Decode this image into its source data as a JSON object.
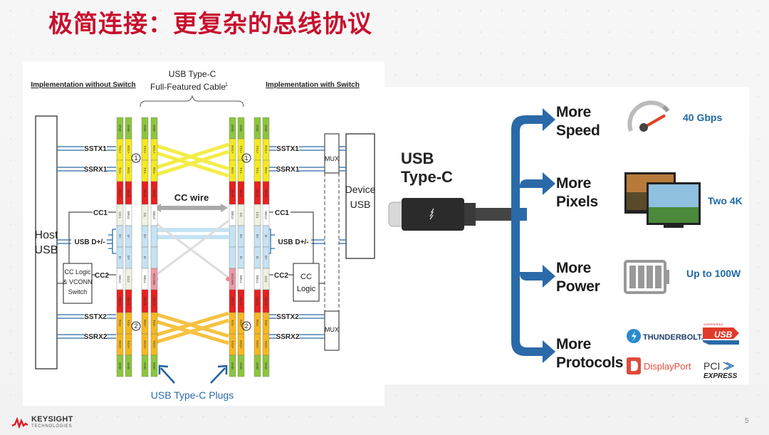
{
  "title": "极简连接：更复杂的总线协议",
  "diagram": {
    "heading_left": "Implementation without Switch",
    "heading_center_line1": "USB Type-C",
    "heading_center_line2": "Full-Featured Cable",
    "heading_center_sup": "1",
    "heading_right": "Implementation with Switch",
    "host_label_1": "Host",
    "host_label_2": "USB",
    "device_label_1": "Device",
    "device_label_2": "USB",
    "signals_left": [
      "SSTX1",
      "SSRX1",
      "CC1",
      "USB D+/-",
      "CC2",
      "SSTX2",
      "SSRX2"
    ],
    "signals_right": [
      "SSTX1",
      "SSRX1",
      "CC1",
      "USB D+/-",
      "CC2",
      "SSTX2",
      "SSRX2"
    ],
    "cc_logic_left_1": "CC Logic",
    "cc_logic_left_2": "& VCONN",
    "cc_logic_left_3": "Switch",
    "cc_logic_right_1": "CC",
    "cc_logic_right_2": "Logic",
    "mux_label": "MUX",
    "cc_wire_label": "CC wire",
    "plugs_label": "USB Type-C Plugs",
    "side_marker_1": "1",
    "side_marker_2": "2",
    "receptacle_pins_a": [
      "GND",
      "TX1+",
      "TX1-",
      "VBUS",
      "CC1",
      "D+",
      "D-",
      "SBU1",
      "VBUS",
      "RX2-",
      "RX2+",
      "GND"
    ],
    "receptacle_pins_b": [
      "GND",
      "RX1+",
      "RX1-",
      "VBUS",
      "SBU2",
      "D-",
      "D+",
      "CC2",
      "VBUS",
      "TX2-",
      "TX2+",
      "GND"
    ],
    "plug_pins_a": [
      "GND",
      "TX1+",
      "TX1-",
      "VBUS",
      "CC",
      "D+",
      "D-",
      "SBU1",
      "VBUS",
      "RX2-",
      "RX2+",
      "GND"
    ],
    "plug_pins_b": [
      "GND",
      "RX1+",
      "RX1-",
      "VBUS",
      "SBU2",
      "",
      "",
      "VCONN",
      "VBUS",
      "TX2-",
      "TX2+",
      "GND"
    ]
  },
  "features": {
    "connector_label_1": "USB",
    "connector_label_2": "Type-C",
    "items": [
      {
        "line1": "More",
        "line2": "Speed",
        "value": "40 Gbps",
        "icon": "speedometer-icon"
      },
      {
        "line1": "More",
        "line2": "Pixels",
        "value": "Two 4K",
        "icon": "monitors-icon"
      },
      {
        "line1": "More",
        "line2": "Power",
        "value": "Up to 100W",
        "icon": "battery-icon"
      },
      {
        "line1": "More",
        "line2": "Protocols",
        "value": "",
        "icon": "protocol-logos"
      }
    ],
    "logos": {
      "thunderbolt": "THUNDERBOLT.",
      "usb_superspeed_top": "SUPERSPEED",
      "usb": "USB",
      "displayport": "DisplayPort",
      "pci": "PCI",
      "express": "EXPRESS"
    },
    "colors": {
      "arrow": "#2a6aa8",
      "value_text": "#1f6aa5"
    }
  },
  "footer": {
    "brand_1": "KEYSIGHT",
    "brand_2": "TECHNOLOGIES",
    "page_number": "5"
  }
}
